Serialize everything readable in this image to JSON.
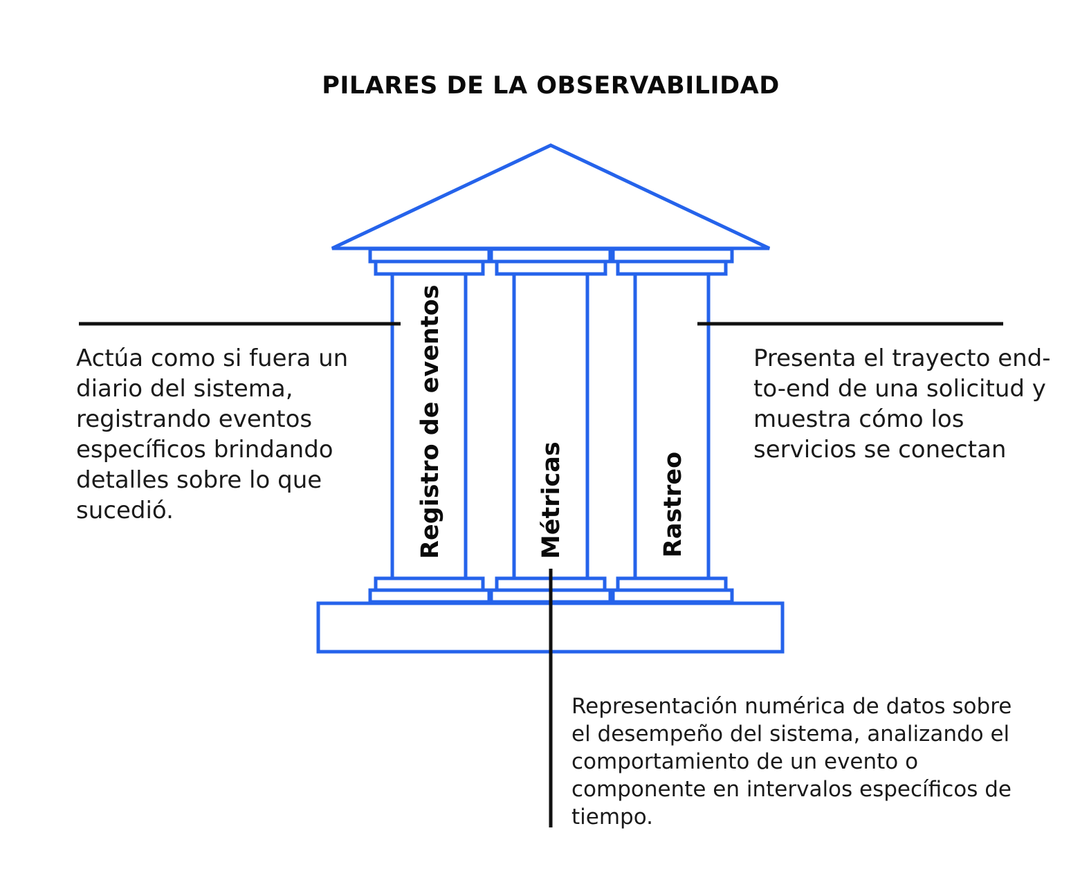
{
  "title": "PILARES DE LA OBSERVABILIDAD",
  "colors": {
    "structure": "#2563eb",
    "connector": "#111111",
    "text": "#111111"
  },
  "pillars": [
    {
      "label": "Registro de eventos",
      "description": "Actúa como si fuera un diario del sistema, registrando eventos específicos brindando detalles sobre lo que sucedió."
    },
    {
      "label": "Métricas",
      "description": "Representación numérica de datos sobre el desempeño del sistema, analizando el comportamiento de un evento o componente en intervalos específicos de tiempo."
    },
    {
      "label": "Rastreo",
      "description": "Presenta el trayecto end-to-end de una solicitud y muestra cómo los servicios se conectan"
    }
  ]
}
